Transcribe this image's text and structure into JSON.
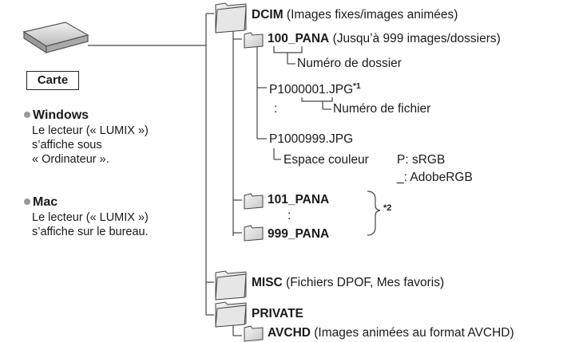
{
  "card": {
    "label": "Carte"
  },
  "windows": {
    "title": "Windows",
    "lines": [
      "Le lecteur (« LUMIX »)",
      "s’affiche sous",
      "« Ordinateur »."
    ]
  },
  "mac": {
    "title": "Mac",
    "lines": [
      "Le lecteur (« LUMIX »)",
      "s’affiche sur le bureau."
    ]
  },
  "tree": {
    "dcim": {
      "name": "DCIM",
      "desc": " (Images fixes/images animées)"
    },
    "pana100": {
      "name": "100_PANA",
      "desc": " (Jusqu’à 999 images/dossiers)"
    },
    "folder_number": "Numéro de dossier",
    "file1": "P1000001.JPG",
    "file1_note": "*1",
    "file_number": "Numéro de fichier",
    "ellipsis": ":",
    "file999": "P1000999.JPG",
    "color_space": "Espace couleur",
    "srgb": "P: sRGB",
    "adobe": "_: AdobeRGB",
    "pana101": "101_PANA",
    "pana999": "999_PANA",
    "note2": "*2",
    "misc": {
      "name": "MISC",
      "desc": " (Fichiers DPOF, Mes favoris)"
    },
    "private": {
      "name": "PRIVATE"
    },
    "avchd": {
      "name": "AVCHD",
      "desc": " (Images animées au format AVCHD)"
    }
  }
}
